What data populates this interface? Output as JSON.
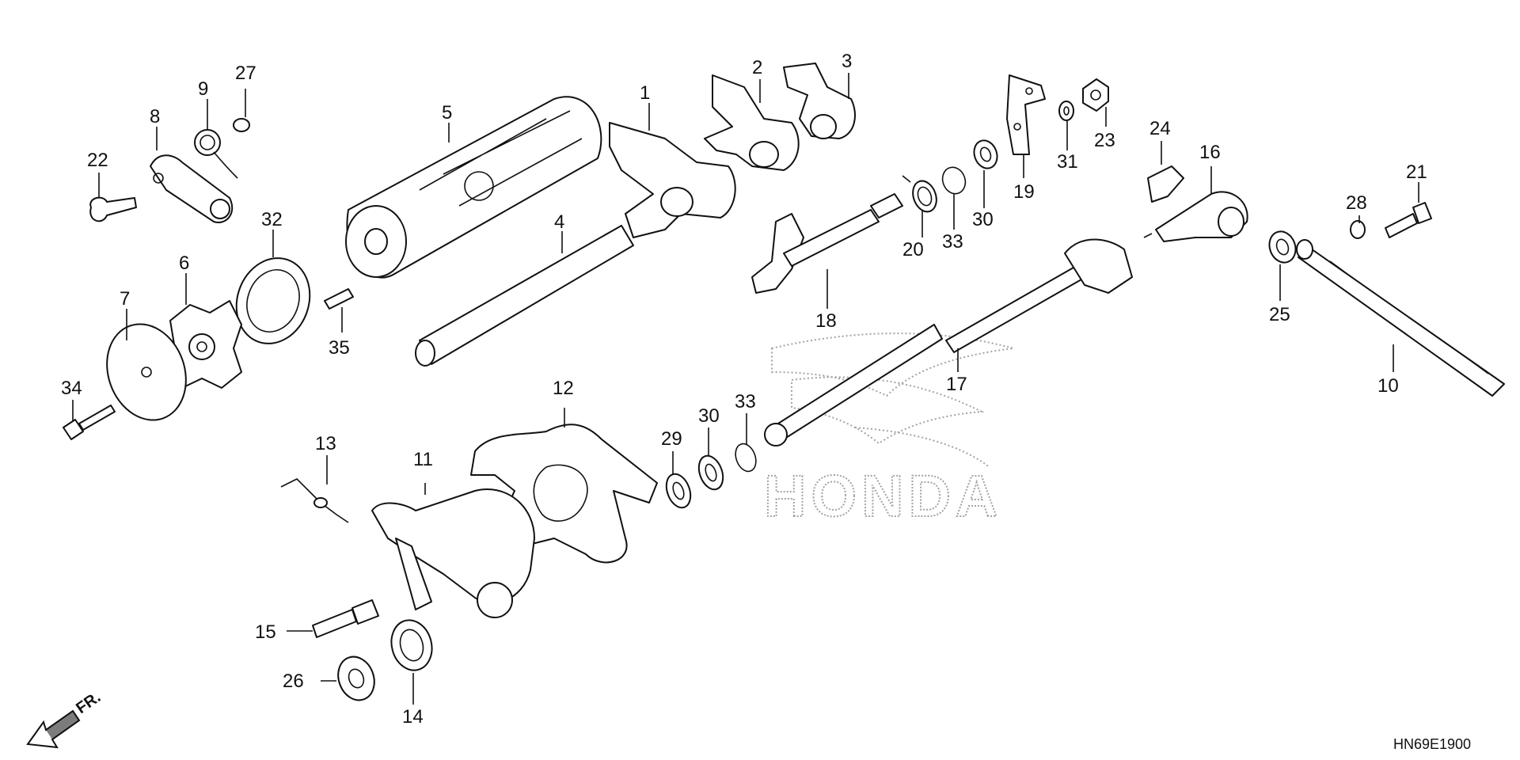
{
  "diagram": {
    "watermark": "HONDA",
    "diagram_code": "HN69E1900",
    "direction_label": "FR.",
    "callouts": [
      "1",
      "2",
      "3",
      "4",
      "5",
      "6",
      "7",
      "8",
      "9",
      "10",
      "11",
      "12",
      "13",
      "14",
      "15",
      "16",
      "17",
      "18",
      "19",
      "20",
      "21",
      "22",
      "23",
      "24",
      "25",
      "26",
      "27",
      "28",
      "29",
      "30",
      "30",
      "31",
      "32",
      "33",
      "33",
      "34",
      "35"
    ]
  }
}
